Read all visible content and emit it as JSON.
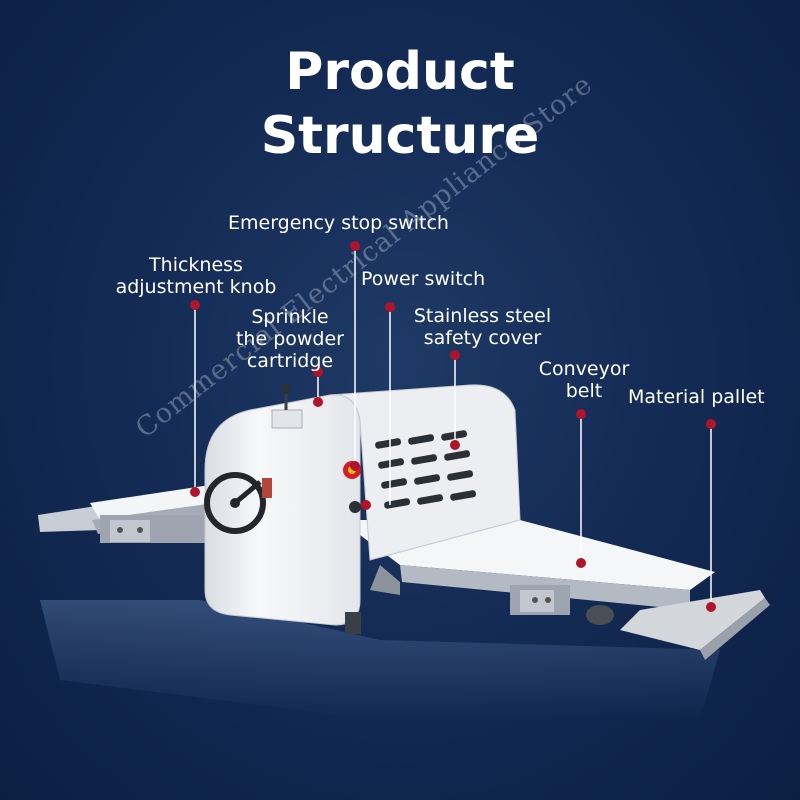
{
  "title": {
    "line1": "Product",
    "line2": "Structure"
  },
  "labels": {
    "emergency_stop_switch": "Emergency stop switch",
    "thickness_knob_line1": "Thickness",
    "thickness_knob_line2": "adjustment knob",
    "power_switch": "Power switch",
    "sprinkle_line1": "Sprinkle",
    "sprinkle_line2": "the powder",
    "sprinkle_line3": "cartridge",
    "steel_cover_line1": "Stainless steel",
    "steel_cover_line2": "safety cover",
    "conveyor_line1": "Conveyor",
    "conveyor_line2": "belt",
    "material_pallet": "Material pallet"
  },
  "watermark": "Commercial Electrical Appliance Store",
  "colors": {
    "background": "#142b55",
    "marker": "#b0142a",
    "machine_body": "#f2f3f5",
    "text": "#ffffff"
  }
}
